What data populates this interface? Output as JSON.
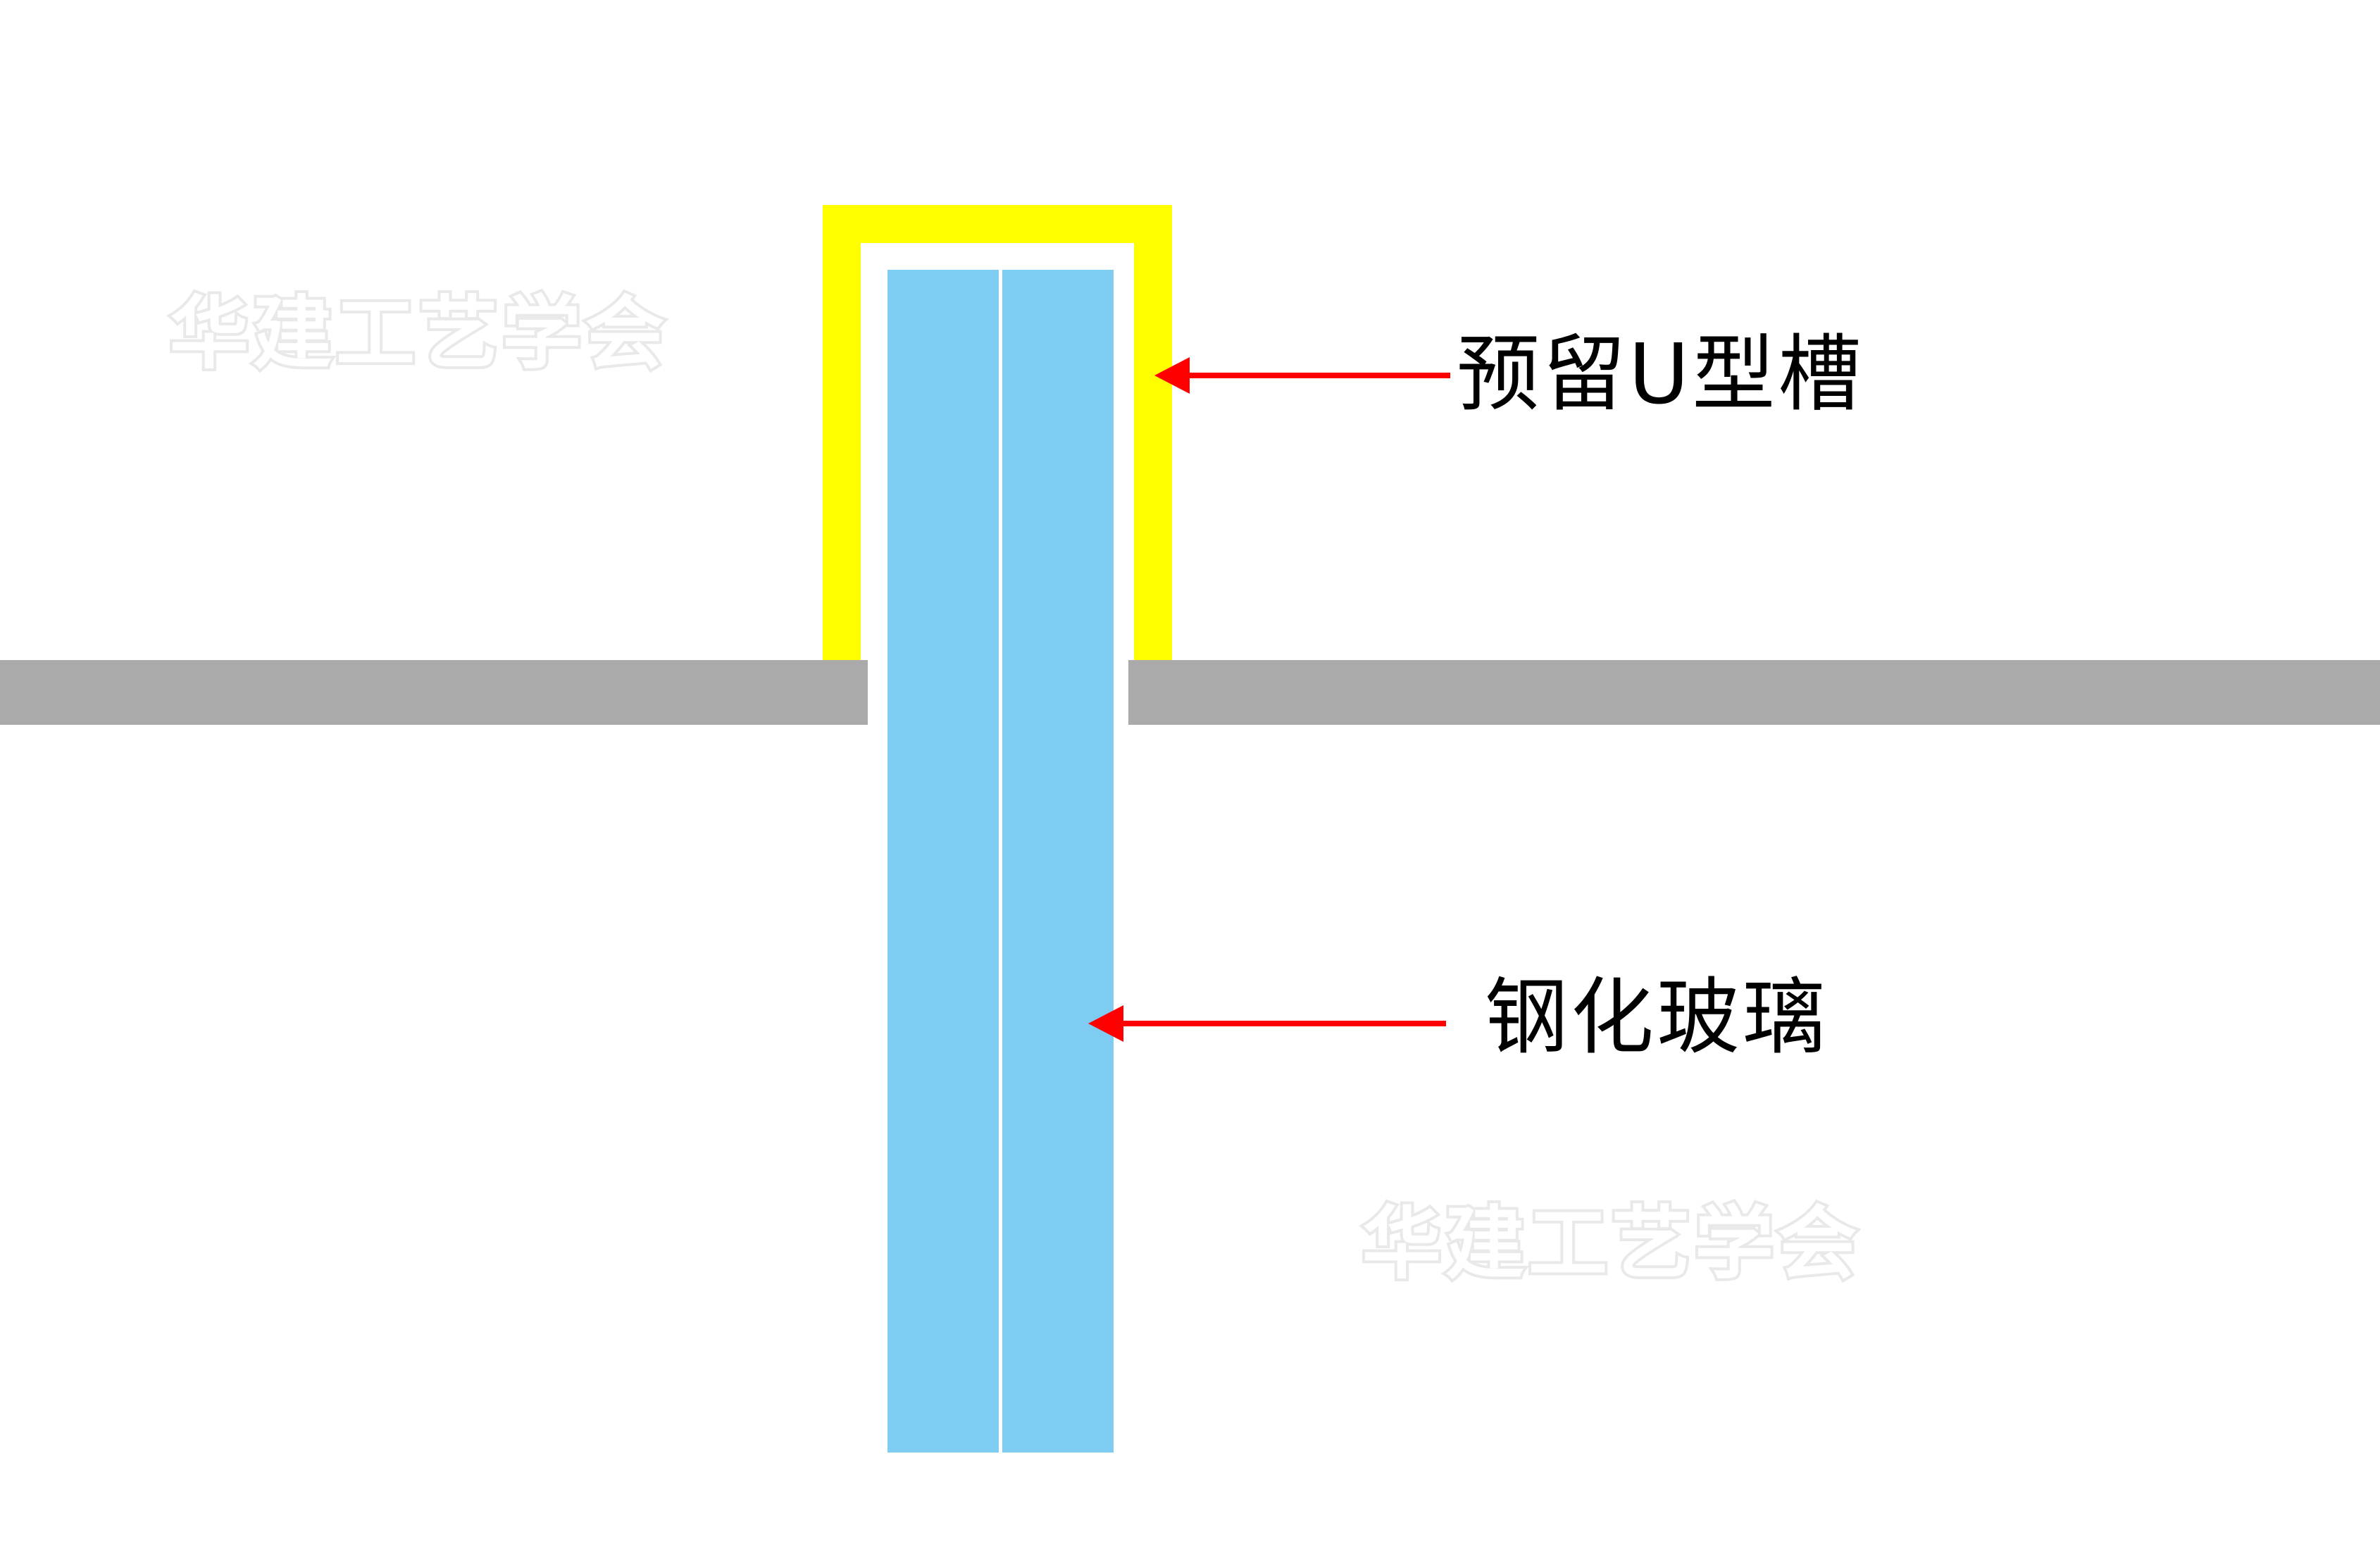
{
  "diagram": {
    "labels": {
      "u_channel": "预留U型槽",
      "tempered_glass": "钢化玻璃"
    },
    "watermarks": [
      "华建工艺学会",
      "华建工艺学会"
    ],
    "colors": {
      "background": "#ffffff",
      "slab": "#aaaaaa",
      "u_channel": "#ffff00",
      "glass": "#7fccf3",
      "arrow": "#ff0000",
      "label_text": "#000000",
      "watermark": "#e9e9e9"
    },
    "components": [
      {
        "name": "floor-slab",
        "description": "gray horizontal slab with opening"
      },
      {
        "name": "u-channel",
        "description": "yellow inverted U-shaped channel, reserved"
      },
      {
        "name": "tempered-glass",
        "description": "two blue glass panes"
      }
    ]
  }
}
